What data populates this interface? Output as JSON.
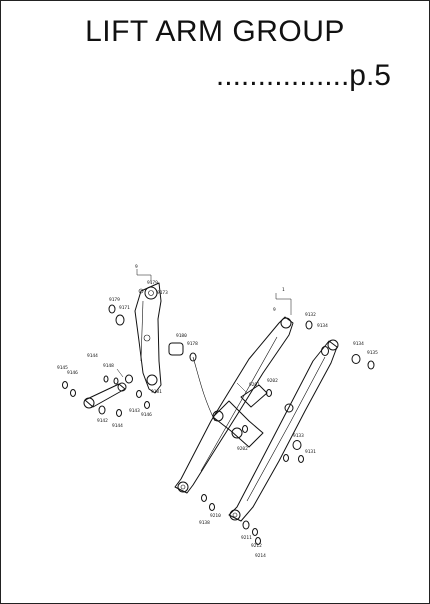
{
  "header": {
    "title": "LIFT ARM GROUP",
    "page_ref": "................p.5"
  },
  "diagram": {
    "labels": [
      "9",
      "9179",
      "9179",
      "9171",
      "9180",
      "9178",
      "9173",
      "9181",
      "9144",
      "9145",
      "9146",
      "9148",
      "9142",
      "9143",
      "9144",
      "9146",
      "1",
      "9",
      "9132",
      "9134",
      "9134",
      "9135",
      "9201",
      "9202",
      "9202",
      "9133",
      "9131",
      "9138",
      "9210",
      "9211",
      "9212",
      "9214"
    ]
  }
}
